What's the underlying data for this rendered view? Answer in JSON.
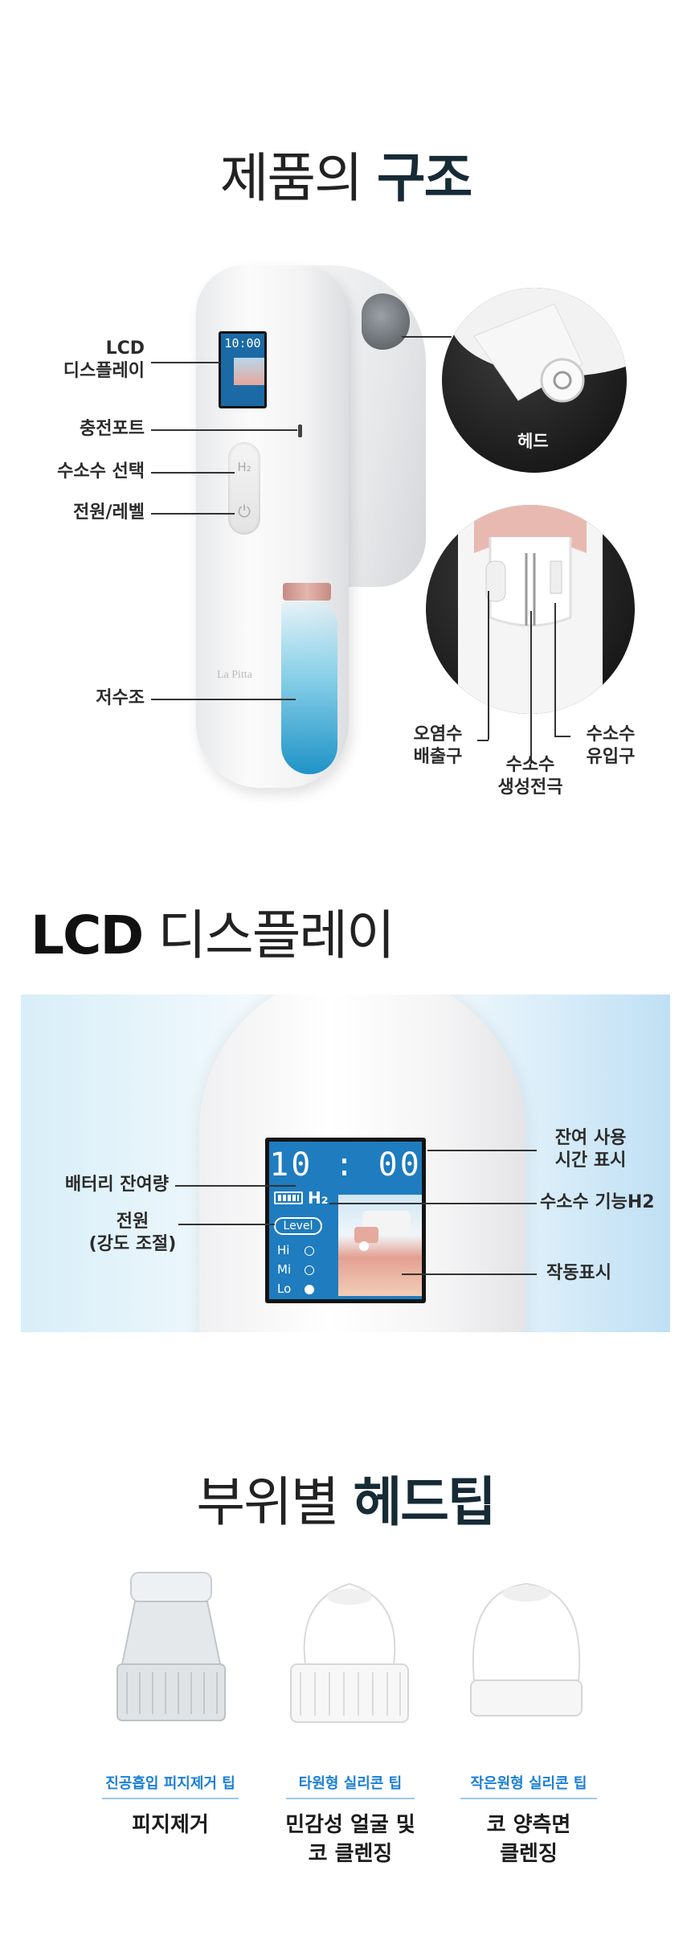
{
  "section1": {
    "title_light": "제품의 ",
    "title_bold": "구조",
    "labels": {
      "lcd_line1": "LCD",
      "lcd_line2": "디스플레이",
      "charge_port": "충전포트",
      "hydrogen_select": "수소수 선택",
      "power_level": "전원/레벨",
      "reservoir": "저수조",
      "head": "헤드",
      "outlet_line1": "오염수",
      "outlet_line2": "배출구",
      "electrode_line1": "수소수",
      "electrode_line2": "생성전극",
      "inlet_line1": "수소수",
      "inlet_line2": "유입구"
    },
    "device": {
      "lcd_time": "10:00",
      "brand": "La Pitta",
      "btn_top_glyph": "H₂",
      "btn_bottom_glyph": "⏻"
    }
  },
  "section2": {
    "title_bold": "LCD",
    "title_light": " 디스플레이",
    "screen": {
      "time": "10 : 00",
      "h2": "H₂",
      "level": "Level",
      "levels": [
        "Hi",
        "Mi",
        "Lo"
      ]
    },
    "labels": {
      "battery": "배터리 잔여량",
      "power_line1": "전원",
      "power_line2": "(강도 조절)",
      "remaining_line1": "잔여 사용",
      "remaining_line2": "시간 표시",
      "hydrogen_func": "수소수 기능H2",
      "operation": "작동표시"
    }
  },
  "section3": {
    "title_light": "부위별 ",
    "title_bold": "헤드팁",
    "tips": [
      {
        "sub": "진공흡입 피지제거 팁",
        "main_line1": "피지제거",
        "main_line2": ""
      },
      {
        "sub": "타원형 실리콘 팁",
        "main_line1": "민감성 얼굴 및",
        "main_line2": "코 클렌징"
      },
      {
        "sub": "작은원형 실리콘 팁",
        "main_line1": "코 양측면",
        "main_line2": "클렌징"
      }
    ]
  }
}
